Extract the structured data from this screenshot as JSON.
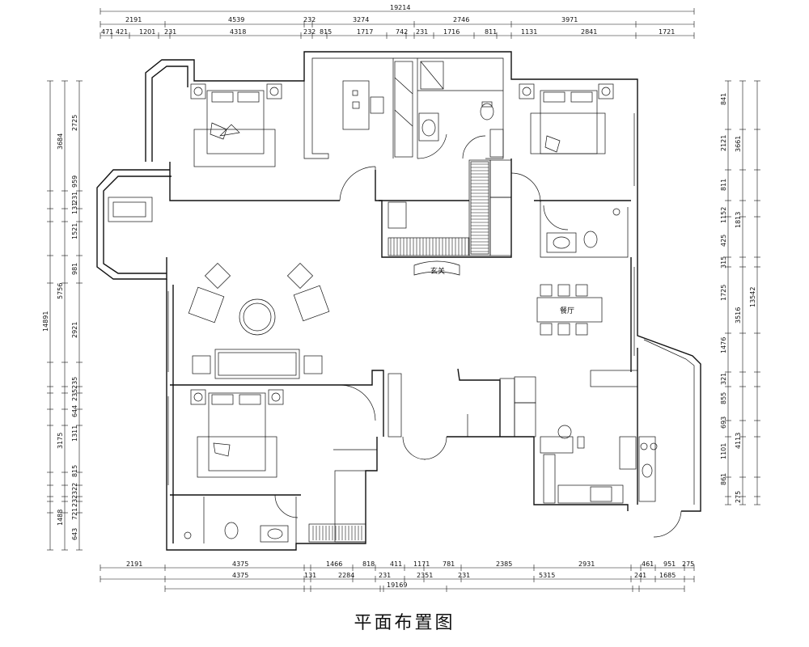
{
  "title": "平面布置图",
  "top_dims": {
    "total": "19214",
    "row1": [
      "2191",
      "4539",
      "232",
      "3274",
      "2746",
      "3971"
    ],
    "row2": [
      "471",
      "421",
      "1201",
      "231",
      "4318",
      "232",
      "815",
      "1717",
      "742",
      "231",
      "1716",
      "811",
      "1131",
      "2841",
      "1721"
    ]
  },
  "bottom_dims": {
    "total": "19169",
    "row1": [
      "2191",
      "4375",
      "1466",
      "818",
      "411",
      "1171",
      "781",
      "2385",
      "2931",
      "461",
      "951",
      "275"
    ],
    "row2": [
      "4375",
      "131",
      "2284",
      "231",
      "2351",
      "231",
      "5315",
      "241",
      "1685"
    ]
  },
  "left_dims": {
    "total": "14891",
    "row_outer": [
      "3684",
      "5756",
      "3175",
      "1488"
    ],
    "row_inner": [
      "2725",
      "959",
      "231",
      "131",
      "1521",
      "981",
      "2921",
      "235",
      "235",
      "644",
      "1311",
      "815",
      "322",
      "232",
      "721",
      "643"
    ]
  },
  "right_dims": {
    "total": "13542",
    "row_outer": [
      "3661",
      "1813",
      "3516",
      "4113",
      "275"
    ],
    "row_inner": [
      "841",
      "2121",
      "811",
      "1152",
      "425",
      "315",
      "1725",
      "1476",
      "321",
      "855",
      "693",
      "1101",
      "861"
    ]
  },
  "labels": {
    "dining": "餐厅",
    "foyer": "玄关"
  }
}
